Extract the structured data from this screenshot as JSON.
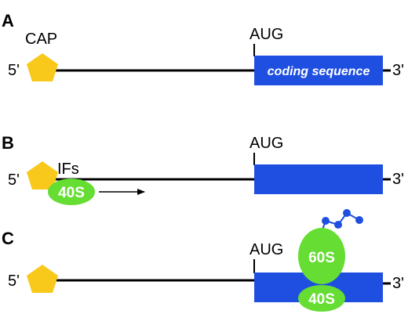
{
  "colors": {
    "cap": "#f8c91a",
    "coding": "#1f4fe0",
    "ribosome": "#66dd33",
    "peptide": "#1f4fe0"
  },
  "panel_a": {
    "letter": "A",
    "cap_label": "CAP",
    "five_prime": "5'",
    "start_codon": "AUG",
    "coding_label": "coding sequence",
    "three_prime": "3'"
  },
  "panel_b": {
    "letter": "B",
    "factors_label": "IFs",
    "five_prime": "5'",
    "small_subunit": "40S",
    "start_codon": "AUG",
    "three_prime": "3'"
  },
  "panel_c": {
    "letter": "C",
    "five_prime": "5'",
    "start_codon": "AUG",
    "large_subunit": "60S",
    "small_subunit": "40S",
    "three_prime": "3'"
  }
}
